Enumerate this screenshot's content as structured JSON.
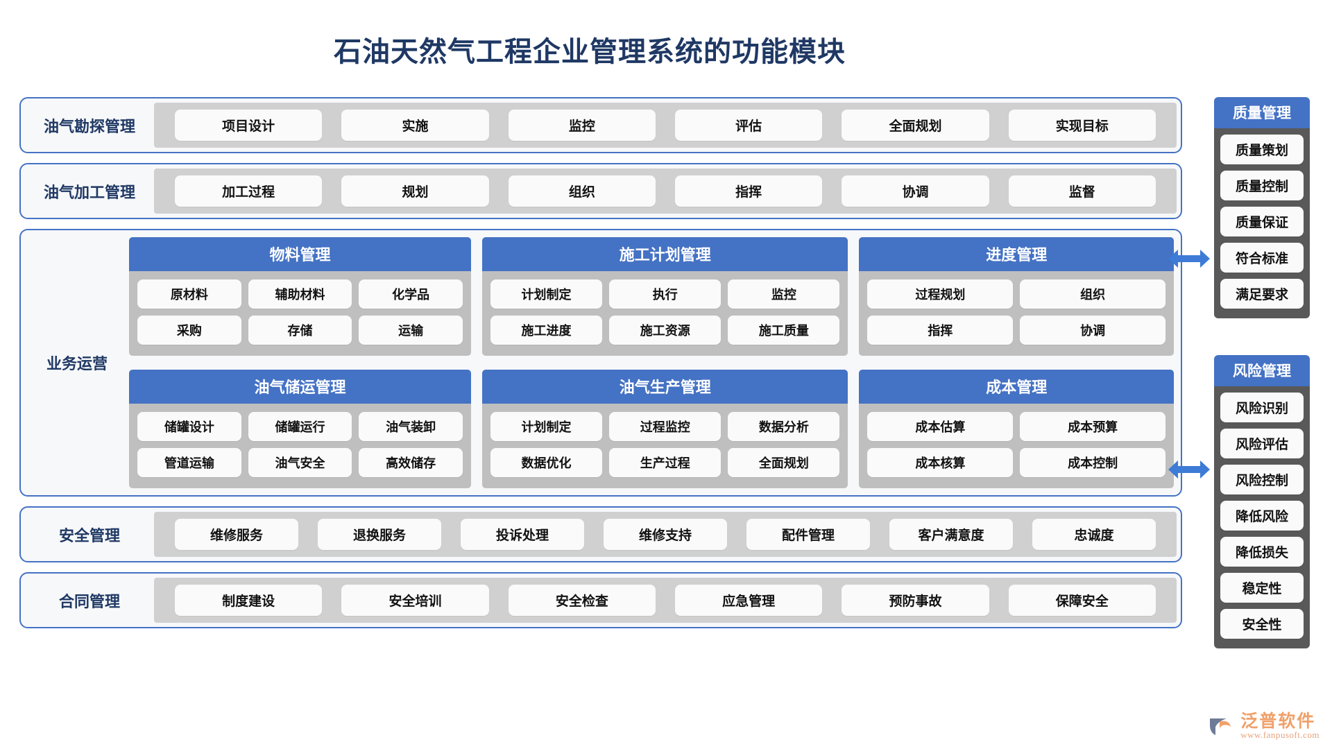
{
  "title": "石油天然气工程企业管理系统的功能模块",
  "colors": {
    "title": "#1F3864",
    "accent_blue": "#4472C4",
    "strip_gray": "#D0D0D0",
    "card_gray": "#BFBFBF",
    "side_gray": "#595959",
    "pill_white": "#FAFAFA",
    "logo_orange": "#F0A06A"
  },
  "bands": [
    {
      "label": "油气勘探管理",
      "items": [
        "项目设计",
        "实施",
        "监控",
        "评估",
        "全面规划",
        "实现目标"
      ]
    },
    {
      "label": "油气加工管理",
      "items": [
        "加工过程",
        "规划",
        "组织",
        "指挥",
        "协调",
        "监督"
      ]
    }
  ],
  "operations": {
    "label": "业务运营",
    "cards": [
      {
        "title": "物料管理",
        "columns": 3,
        "items": [
          "原材料",
          "辅助材料",
          "化学品",
          "采购",
          "存储",
          "运输"
        ]
      },
      {
        "title": "施工计划管理",
        "columns": 3,
        "items": [
          "计划制定",
          "执行",
          "监控",
          "施工进度",
          "施工资源",
          "施工质量"
        ]
      },
      {
        "title": "进度管理",
        "columns": 2,
        "items": [
          "过程规划",
          "组织",
          "指挥",
          "协调"
        ]
      },
      {
        "title": "油气储运管理",
        "columns": 3,
        "items": [
          "储罐设计",
          "储罐运行",
          "油气装卸",
          "管道运输",
          "油气安全",
          "高效储存"
        ]
      },
      {
        "title": "油气生产管理",
        "columns": 3,
        "items": [
          "计划制定",
          "过程监控",
          "数据分析",
          "数据优化",
          "生产过程",
          "全面规划"
        ]
      },
      {
        "title": "成本管理",
        "columns": 2,
        "items": [
          "成本估算",
          "成本预算",
          "成本核算",
          "成本控制"
        ]
      }
    ]
  },
  "bottom_bands": [
    {
      "label": "安全管理",
      "items": [
        "维修服务",
        "退换服务",
        "投诉处理",
        "维修支持",
        "配件管理",
        "客户满意度",
        "忠诚度"
      ]
    },
    {
      "label": "合同管理",
      "items": [
        "制度建设",
        "安全培训",
        "安全检查",
        "应急管理",
        "预防事故",
        "保障安全"
      ]
    }
  ],
  "sidebars": [
    {
      "title": "质量管理",
      "items": [
        "质量策划",
        "质量控制",
        "质量保证",
        "符合标准",
        "满足要求"
      ]
    },
    {
      "title": "风险管理",
      "items": [
        "风险识别",
        "风险评估",
        "风险控制",
        "降低风险",
        "降低损失",
        "稳定性",
        "安全性"
      ]
    }
  ],
  "logo": {
    "name": "泛普软件",
    "url": "www.fanpusoft.com"
  }
}
